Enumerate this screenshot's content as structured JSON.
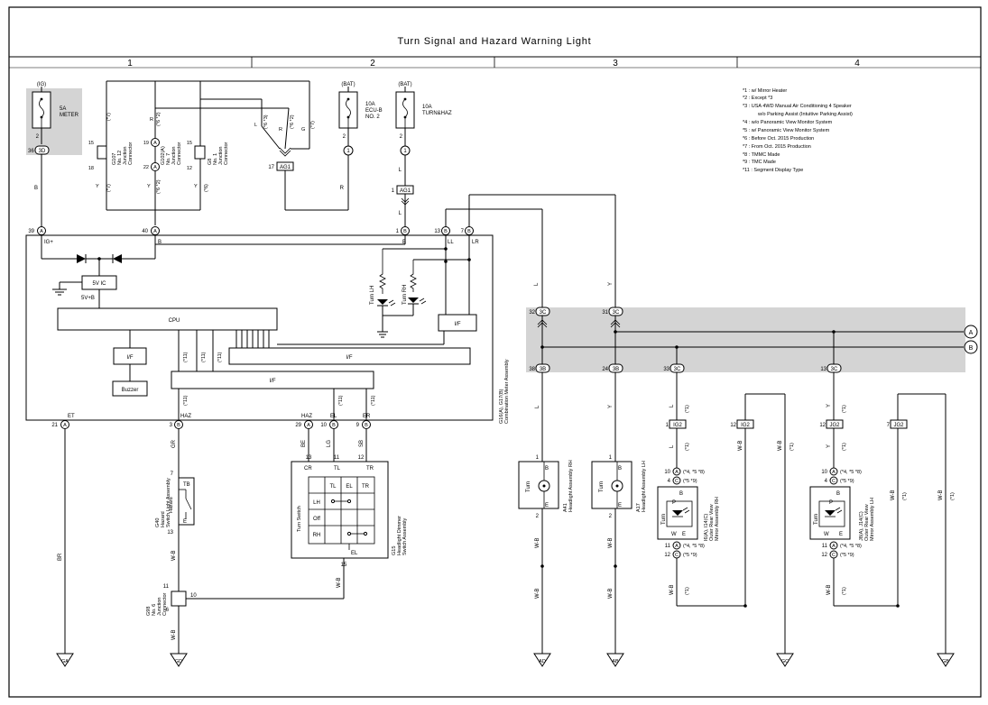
{
  "title": "Turn Signal and Hazard Warning Light",
  "columns": [
    "1",
    "2",
    "3",
    "4"
  ],
  "notes": [
    "*1 : w/ Mirror Heater",
    "*2 : Except *3",
    "*3 : USA 4WD Manual Air Conditioning 4 Speaker",
    "w/o Parking Assist (Intuitive Parking Assist)",
    "*4 : w/o Panoramic View Monitor System",
    "*5 : w/ Panoramic View Monitor System",
    "*6 : Before Oct. 2015 Production",
    "*7 : From Oct. 2015 Production",
    "*8 : TMMC Made",
    "*9 : TMC Made",
    "*11 : Segment Display Type"
  ],
  "fuses": {
    "meter": {
      "source": "(IG)",
      "rating": "5A",
      "name": "METER"
    },
    "ecub": {
      "source": "(BAT)",
      "rating": "10A",
      "name": "ECU-B",
      "name2": "NO. 2"
    },
    "turnhaz": {
      "source": "(BAT)",
      "rating": "10A",
      "name": "TURN&HAZ"
    }
  },
  "junctions": {
    "g107": [
      "G107",
      "No. 12",
      "Junction",
      "Connector"
    ],
    "g102": [
      "G102(A)",
      "No. 7",
      "Junction",
      "Connector"
    ],
    "g8": [
      "G8",
      "No. 1",
      "Junction",
      "Connector"
    ],
    "g98": [
      "G98",
      "No. 6",
      "Junction",
      "Connector"
    ]
  },
  "meter": {
    "name": "G16(A), G17(B)",
    "name2": "Combination Meter Assembly",
    "fiveVic": "5V IC",
    "fiveVb": "5V+B",
    "cpu": "CPU",
    "if": "I/F",
    "buzzer": "Buzzer",
    "turnLh": "Turn LH",
    "turnRh": "Turn RH",
    "igplus": "IG+",
    "b": "B",
    "ll": "LL",
    "lr": "LR",
    "et": "ET",
    "haz": "HAZ",
    "el": "EL",
    "er": "ER"
  },
  "hazardSw": {
    "name": "G40",
    "name2": "Hazard",
    "name3": "Switch Light Assembly",
    "tb": "TB",
    "e": "E",
    "hazard": "Hazard"
  },
  "dimmer": {
    "name": "G15",
    "name2": "Headlight Dimmer",
    "name3": "Switch Assembly",
    "turnSwitch": "Turn Switch",
    "cols": [
      "TL",
      "EL",
      "TR"
    ],
    "rows": [
      "LH",
      "Off",
      "RH"
    ],
    "cr": "CR",
    "tl": "TL",
    "tr": "TR",
    "el": "EL"
  },
  "headlights": {
    "rh": {
      "name": "A41",
      "name2": "Headlight Assembly RH",
      "turn": "Turn"
    },
    "lh": {
      "name": "A17",
      "name2": "Headlight Assembly LH",
      "turn": "Turn"
    }
  },
  "mirrors": {
    "rh": {
      "name": "I6(A), I14(C)",
      "name2": "Outer Rear View",
      "name3": "Mirror Assembly RH",
      "turn": "Turn"
    },
    "lh": {
      "name": "J8(A), J14(C)",
      "name2": "Outer Rear View",
      "name3": "Mirror Assembly LH",
      "turn": "Turn"
    }
  },
  "grounds": [
    "GA",
    "GD",
    "AD",
    "AB",
    "GC",
    "GB"
  ],
  "busLabels": [
    "A",
    "B"
  ],
  "connectors": {
    "3D": "3D",
    "AG1": "AG1",
    "3C": "3C",
    "3B": "3B",
    "IG2": "IG2",
    "JG2": "JG2",
    "one": "1"
  },
  "wireColors": {
    "B": "B",
    "R": "R",
    "G": "G",
    "Y": "Y",
    "L": "L",
    "BR": "BR",
    "GR": "GR",
    "WB": "W-B",
    "LG": "LG",
    "SB": "SB",
    "BE": "BE"
  },
  "conds": {
    "c7": "(*7)",
    "c6": "(*6)",
    "c2": "(*6 *2)",
    "c3": "(*6 *3)",
    "c11": "(*11)",
    "c1": "(*1)",
    "c48": "(*4, *5 *8)",
    "c59": "(*5 *9)"
  }
}
